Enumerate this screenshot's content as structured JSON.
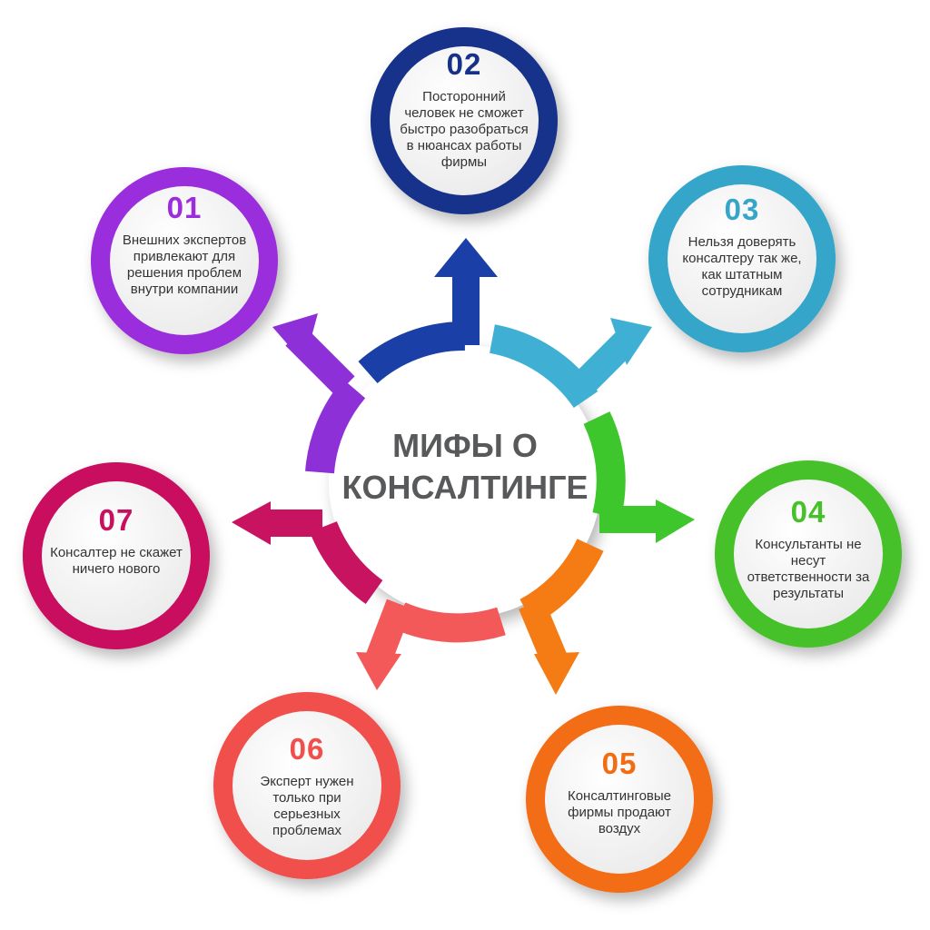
{
  "title_line1": "МИФЫ О",
  "title_line2": "КОНСАЛТИНГЕ",
  "nodes": [
    {
      "number": "01",
      "text": "Внешних экспертов привлекают для решения проблем внутри компании",
      "color": "#9b2ddc"
    },
    {
      "number": "02",
      "text": "Посторонний человек не сможет быстро разобраться в нюансах работы фирмы",
      "color": "#17318a"
    },
    {
      "number": "03",
      "text": "Нельзя доверять консалтеру так же, как штатным сотрудникам",
      "color": "#35a6c9"
    },
    {
      "number": "04",
      "text": "Консультанты не несут ответственности за результаты",
      "color": "#46c12a"
    },
    {
      "number": "05",
      "text": "Консалтинговые фирмы продают воздух",
      "color": "#f36c12"
    },
    {
      "number": "06",
      "text": "Эксперт нужен только при серьезных проблемах",
      "color": "#f04f4b"
    },
    {
      "number": "07",
      "text": "Консалтер не скажет ничего нового",
      "color": "#c9105f"
    }
  ]
}
